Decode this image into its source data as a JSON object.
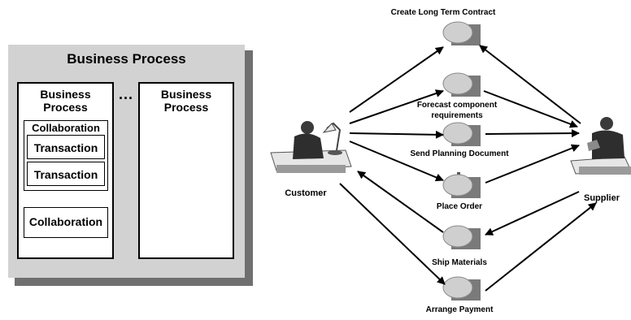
{
  "left_panel": {
    "title": "Business Process",
    "process1_label_line1": "Business",
    "process1_label_line2": "Process",
    "ellipsis": "...",
    "process2_label_line1": "Business",
    "process2_label_line2": "Process",
    "collaboration_label": "Collaboration",
    "transaction1_label": "Transaction",
    "transaction2_label": "Transaction",
    "collaboration2_label": "Collaboration"
  },
  "right_diagram": {
    "customer_label": "Customer",
    "supplier_label": "Supplier",
    "activities": {
      "create_contract": "Create Long Term Contract",
      "forecast_line1": "Forecast  component",
      "forecast_line2": "requirements",
      "send_planning": "Send Planning Document",
      "place_order": "Place Order",
      "ship_materials": "Ship Materials",
      "arrange_payment": "Arrange Payment"
    }
  },
  "colors": {
    "panel_bg": "#d2d2d2",
    "panel_shadow": "#6f6f6f",
    "node_fill": "#cfcfcf",
    "node_shadow": "#7a7a7a"
  }
}
